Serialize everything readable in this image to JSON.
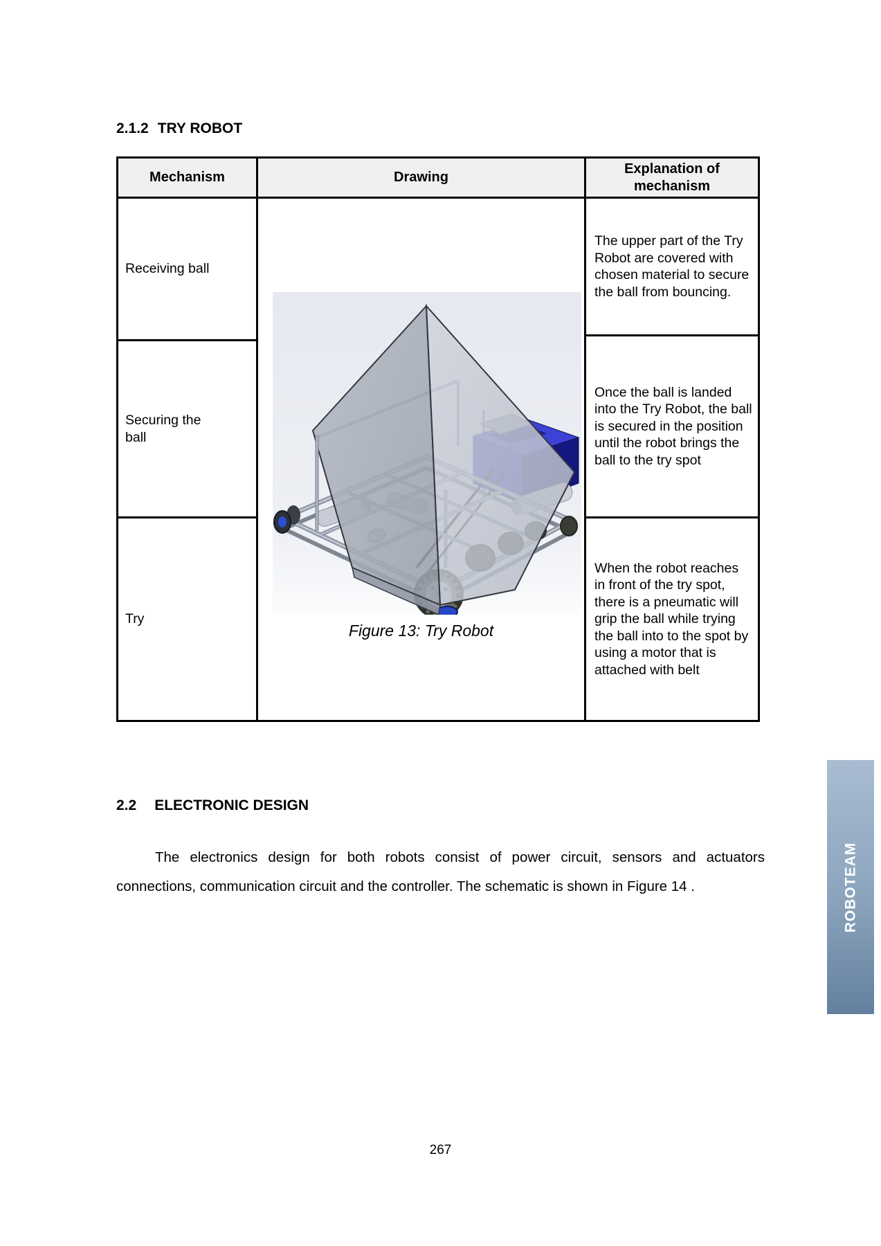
{
  "page": {
    "section1": {
      "number": "2.1.2",
      "title": "TRY ROBOT"
    },
    "table": {
      "headers": [
        "Mechanism",
        "Drawing",
        "Explanation of mechanism"
      ],
      "rows": [
        {
          "mechanism": "Receiving ball",
          "explanation": "The upper part of the Try Robot are covered with chosen material to secure the ball from bouncing."
        },
        {
          "mechanism": "Securing the ball",
          "explanation": "Once the ball is landed into the Try Robot, the ball is secured in the position until the robot brings the ball to the try spot"
        },
        {
          "mechanism": "Try",
          "explanation": "When the robot reaches in front of the try spot, there is a pneumatic will grip the ball while trying the ball into to the spot by using a motor that is attached with belt"
        }
      ],
      "caption": "Figure 13: Try Robot",
      "drawing_alt": "Isometric CAD render of the Try Robot: gray funnel hopper mounted over an aluminium extrusion chassis with omni wheels and a blue battery box"
    },
    "section2": {
      "number": "2.2",
      "title": "ELECTRONIC DESIGN",
      "paragraph": "The electronics design for both robots consist of power circuit, sensors and actuators connections, communication circuit and the controller. The schematic is shown in Figure 14 ."
    },
    "page_number": "267",
    "side_tab": {
      "label": "ROBOTEAM",
      "gradient_top": "#a9bcd1",
      "gradient_bottom": "#64809e"
    }
  }
}
